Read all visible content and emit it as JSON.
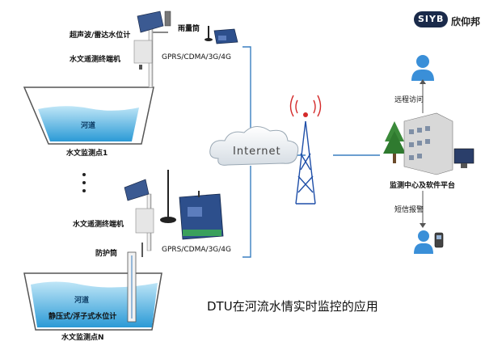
{
  "brand": {
    "logo_mark": "SIYB",
    "name": "欣仰邦"
  },
  "site1": {
    "sensor_label": "超声波/雷达水位计",
    "rain_gauge_label": "雨量筒",
    "terminal_label": "水文遥测终端机",
    "network_label": "GPRS/CDMA/3G/4G",
    "river_label": "河道",
    "station_label": "水文监测点1"
  },
  "site2": {
    "terminal_label": "水文遥测终端机",
    "guard_tube_label": "防护筒",
    "network_label": "GPRS/CDMA/3G/4G",
    "river_label": "河道",
    "sensor_label": "静压式/浮子式水位计",
    "station_label": "水文监测点N"
  },
  "cloud": {
    "label": "Internet"
  },
  "center": {
    "remote_access_label": "远程访问",
    "platform_label": "监测中心及软件平台",
    "sms_alert_label": "短信报警"
  },
  "caption": "DTU在河流水情实时监控的应用",
  "colors": {
    "water": "#4fb4e3",
    "line": "#3a7fc0",
    "device": "#2d4f8c",
    "person": "#3a8fd8"
  }
}
